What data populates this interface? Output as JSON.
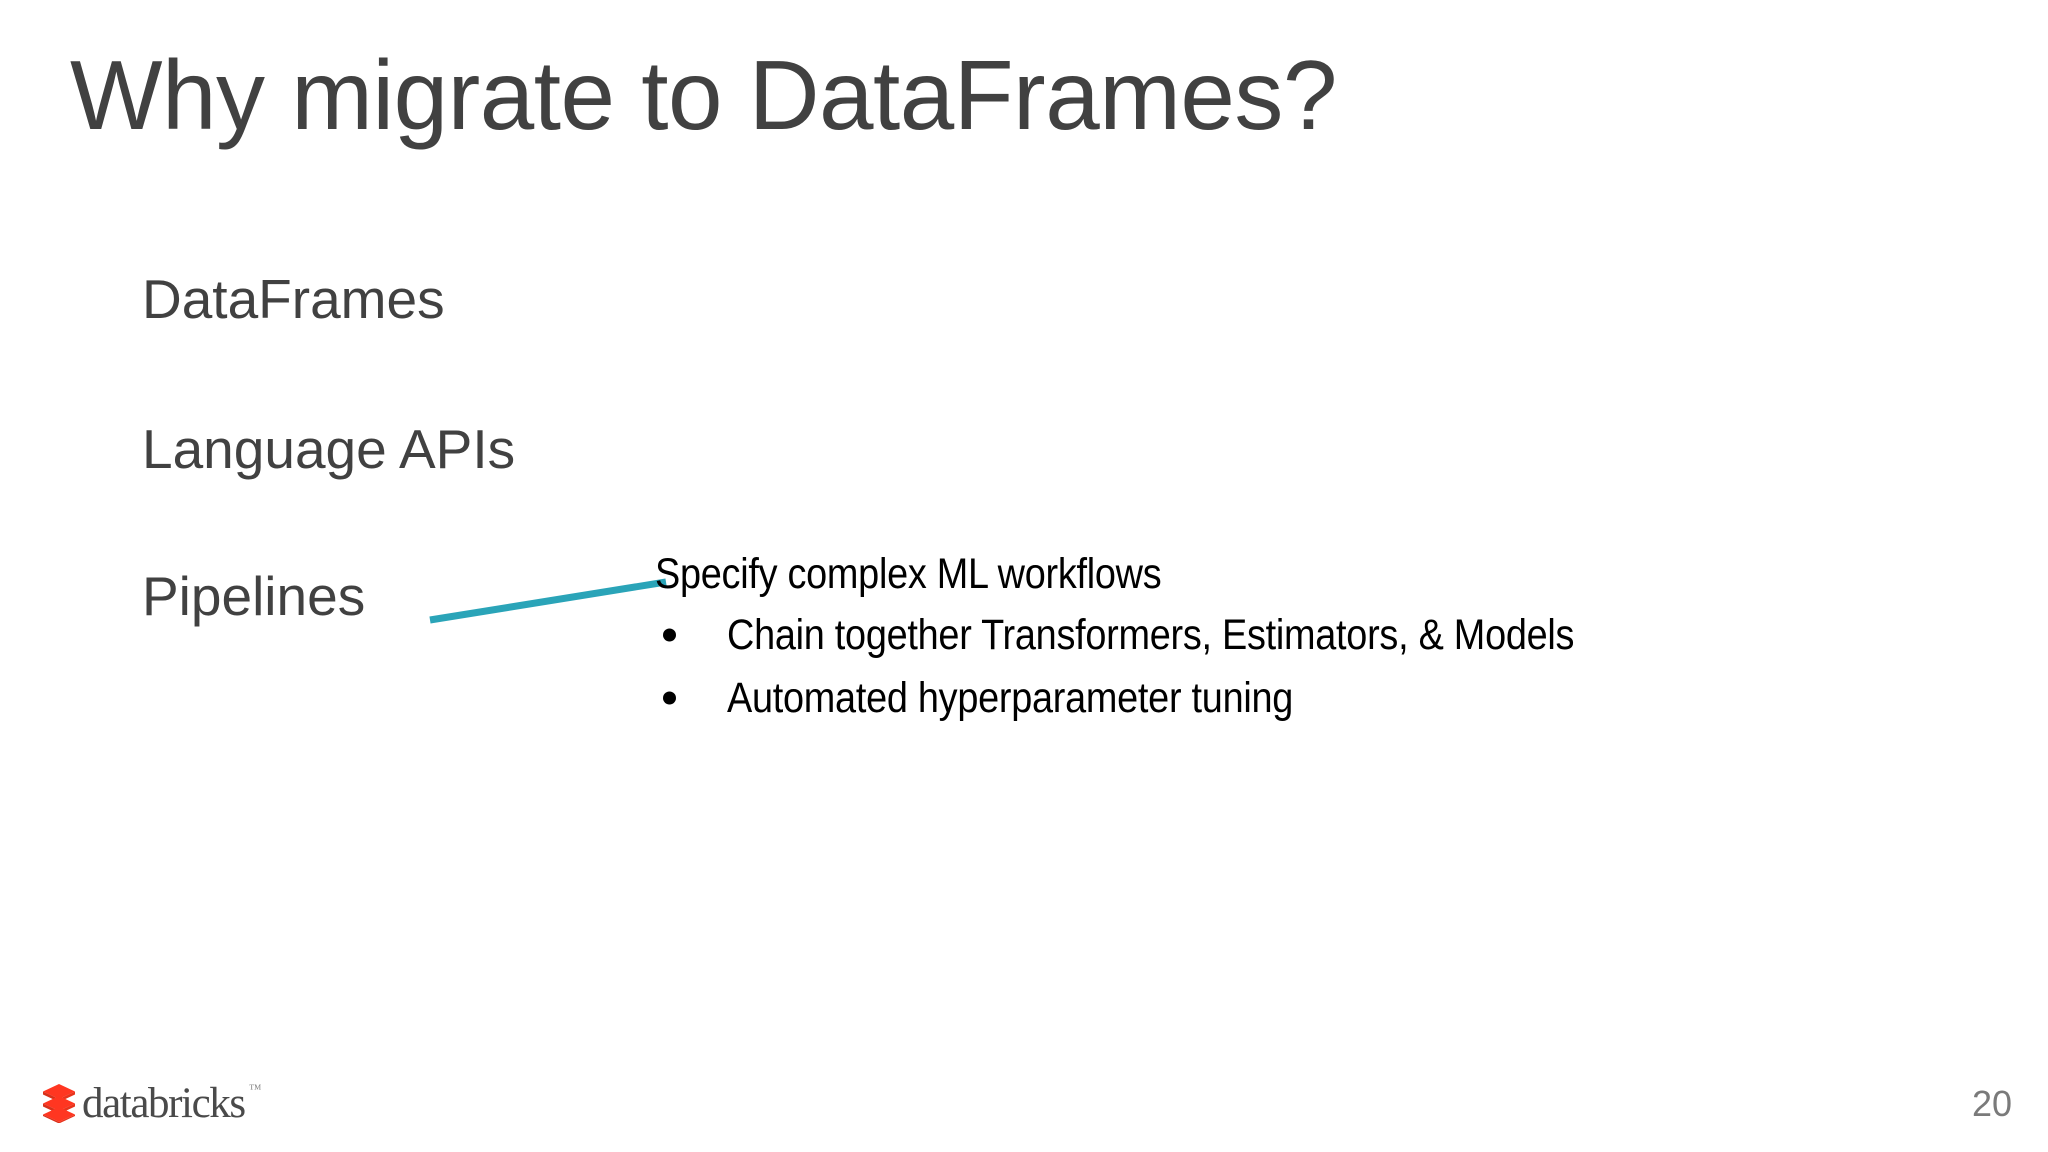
{
  "slide": {
    "title": "Why migrate to DataFrames?",
    "background_color": "#ffffff",
    "title_color": "#414141",
    "page_number": "20"
  },
  "left_stack": {
    "items": [
      {
        "label": "DataFrames"
      },
      {
        "label": "Language APIs"
      },
      {
        "label": "Pipelines"
      }
    ]
  },
  "connector": {
    "icon_name": "teal-leader-line",
    "color": "#2AA4B8"
  },
  "callout": {
    "heading": "Specify complex ML workflows",
    "bullets": [
      {
        "text": "Chain together Transformers, Estimators, & Models"
      },
      {
        "text": "Automated hyperparameter tuning"
      }
    ],
    "text_color": "#000000"
  },
  "logo": {
    "wordmark": "databricks",
    "trademark": "™",
    "mark_color": "#FF3621",
    "mark_color_dark": "#D8301A",
    "wordmark_color": "#4a4a4a"
  }
}
